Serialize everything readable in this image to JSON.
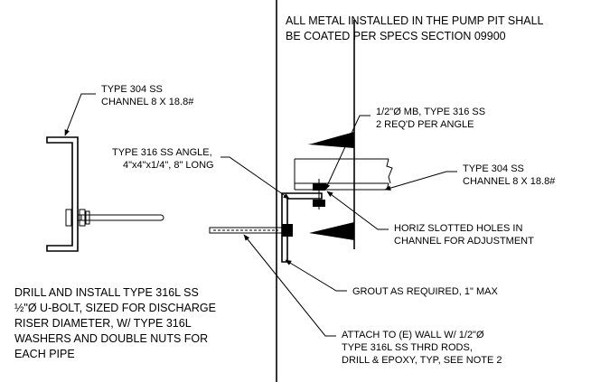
{
  "notes": {
    "general_line1": "ALL METAL INSTALLED IN THE PUMP PIT SHALL",
    "general_line2": "BE COATED PER SPECS SECTION 09900",
    "channel_left_line1": "TYPE 304 SS",
    "channel_left_line2": "CHANNEL 8 X 18.8#",
    "angle_line1": "TYPE 316 SS ANGLE,",
    "angle_line2": "4\"x4\"x1/4\", 8\" LONG",
    "bolt_line1": "1/2\"Ø MB, TYPE 316 SS",
    "bolt_line2": "2 REQ'D PER ANGLE",
    "channel_right_line1": "TYPE 304 SS",
    "channel_right_line2": "CHANNEL 8 X 18.8#",
    "slotted_line1": "HORIZ SLOTTED HOLES IN",
    "slotted_line2": "CHANNEL FOR ADJUSTMENT",
    "grout": "GROUT AS REQUIRED, 1\" MAX",
    "ubolt_line1": "DRILL AND INSTALL TYPE 316L SS",
    "ubolt_line2": "½\"Ø U-BOLT, SIZED FOR DISCHARGE",
    "ubolt_line3": "RISER DIAMETER, W/ TYPE 316L",
    "ubolt_line4": "WASHERS AND DOUBLE NUTS FOR",
    "ubolt_line5": "EACH PIPE",
    "attach_line1": "ATTACH TO (E) WALL W/ 1/2\"Ø",
    "attach_line2": "TYPE 316L SS THRD RODS,",
    "attach_line3": "DRILL & EPOXY, TYP, SEE NOTE 2"
  }
}
